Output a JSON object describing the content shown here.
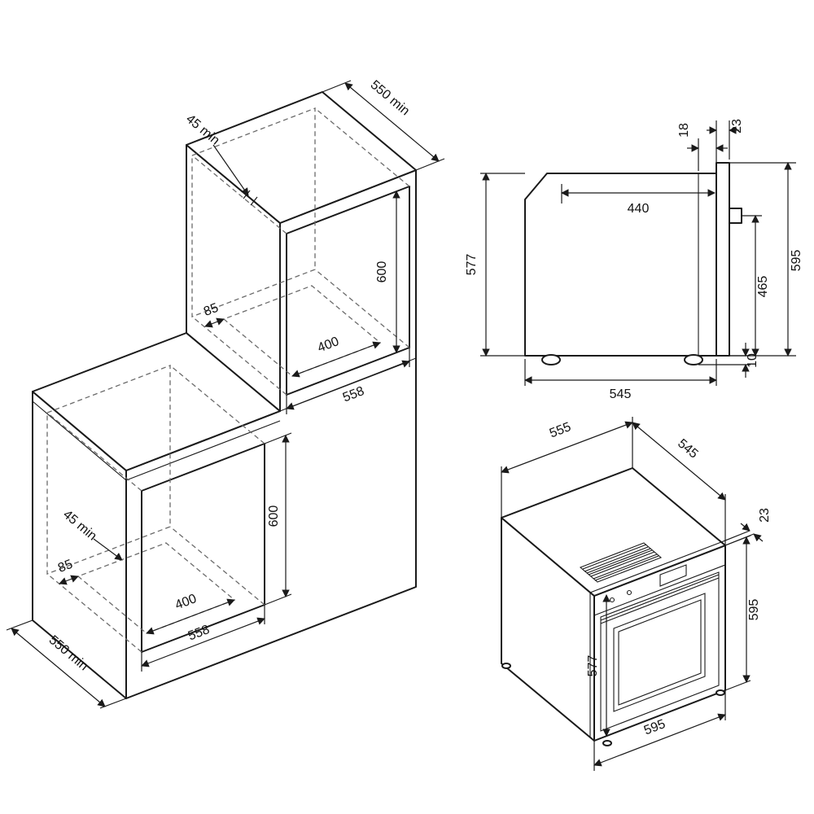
{
  "diagram_title": "Built-in oven installation dimensions drawing",
  "colors": {
    "line": "#1a1a1a",
    "hidden_line": "#6b6b6b",
    "background": "#ffffff"
  },
  "cabinet_view": {
    "labels": {
      "top_depth": "550 min",
      "upper_recess": "45 min",
      "upper_height": "600",
      "upper_offset": "85",
      "upper_zone": "400",
      "upper_width": "558",
      "lower_recess": "45 min",
      "lower_height": "600",
      "lower_offset": "85",
      "lower_zone": "400",
      "lower_width": "558",
      "bottom_depth": "550 min"
    }
  },
  "side_view": {
    "labels": {
      "inset_18": "18",
      "fascia_23": "23",
      "depth_440": "440",
      "height_577": "577",
      "height_465": "465",
      "height_595": "595",
      "depth_545": "545",
      "feet_10": "10"
    }
  },
  "iso_view": {
    "labels": {
      "width_555": "555",
      "depth_545": "545",
      "fascia_23": "23",
      "height_577": "577",
      "height_595": "595",
      "width_595": "595"
    }
  }
}
